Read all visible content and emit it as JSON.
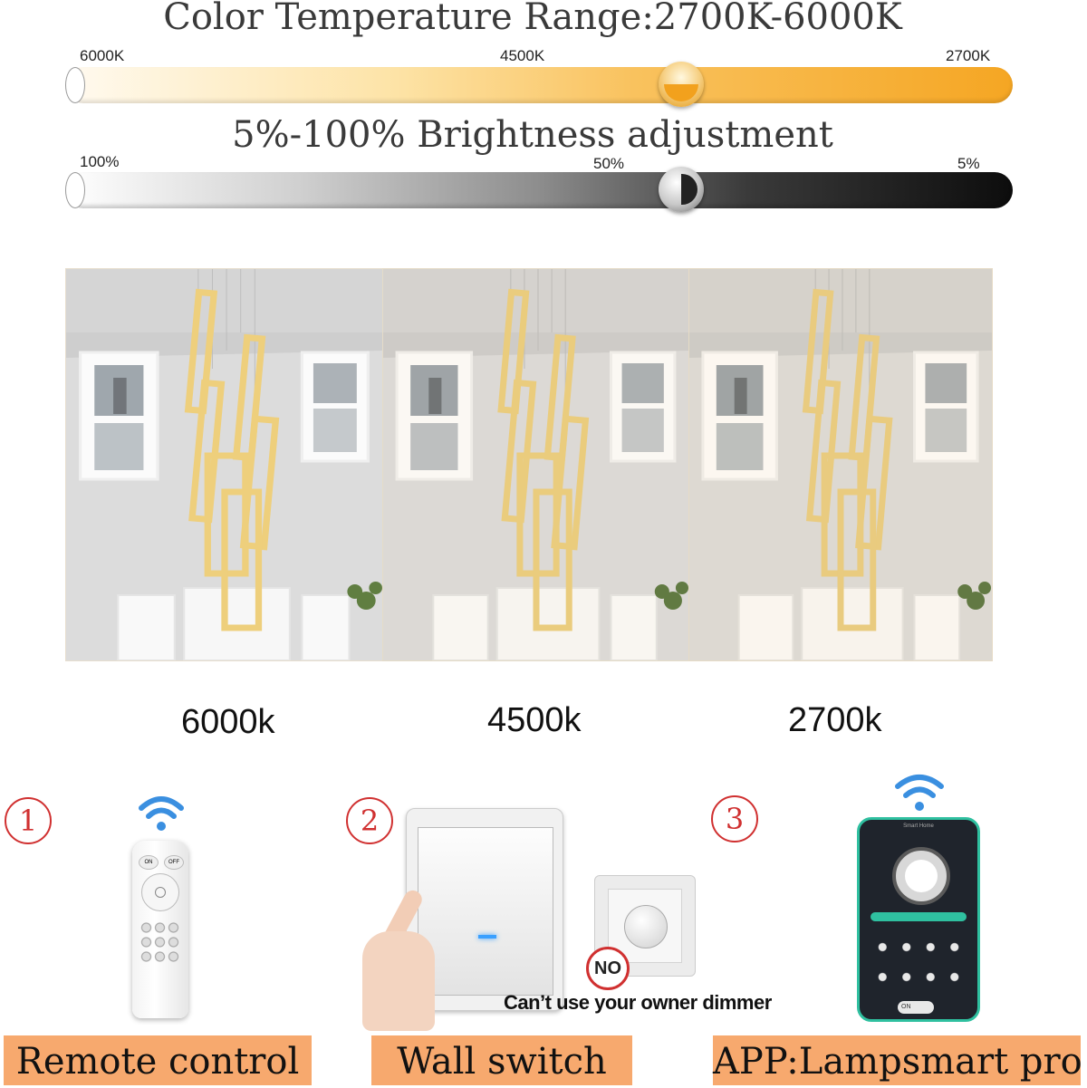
{
  "color_temp": {
    "title": "Color Temperature Range:2700K-6000K",
    "ticks": [
      "6000K",
      "4500K",
      "2700K"
    ],
    "level": 0.65
  },
  "brightness": {
    "title": "5%-100% Brightness adjustment",
    "ticks": [
      "100%",
      "50%",
      "5%"
    ],
    "level": 0.65
  },
  "photos": [
    {
      "label": "6000k"
    },
    {
      "label": "4500k"
    },
    {
      "label": "2700k"
    }
  ],
  "controls": [
    {
      "number": "1",
      "label": "Remote control"
    },
    {
      "number": "2",
      "label": "Wall switch"
    },
    {
      "number": "3",
      "label": "APP:Lampsmart pro"
    }
  ],
  "remote": {
    "btn_on": "ON",
    "btn_off": "OFF"
  },
  "no_badge": "NO",
  "dimmer_note": "Can’t use your owner dimmer",
  "app": {
    "header": "Smart Home",
    "toggle": "ON"
  },
  "colors": {
    "amber": "#f5a623",
    "cream": "#fdf3dc",
    "dark": "#111111",
    "accent": "#d03030",
    "label_bg": "#f7a96e"
  }
}
